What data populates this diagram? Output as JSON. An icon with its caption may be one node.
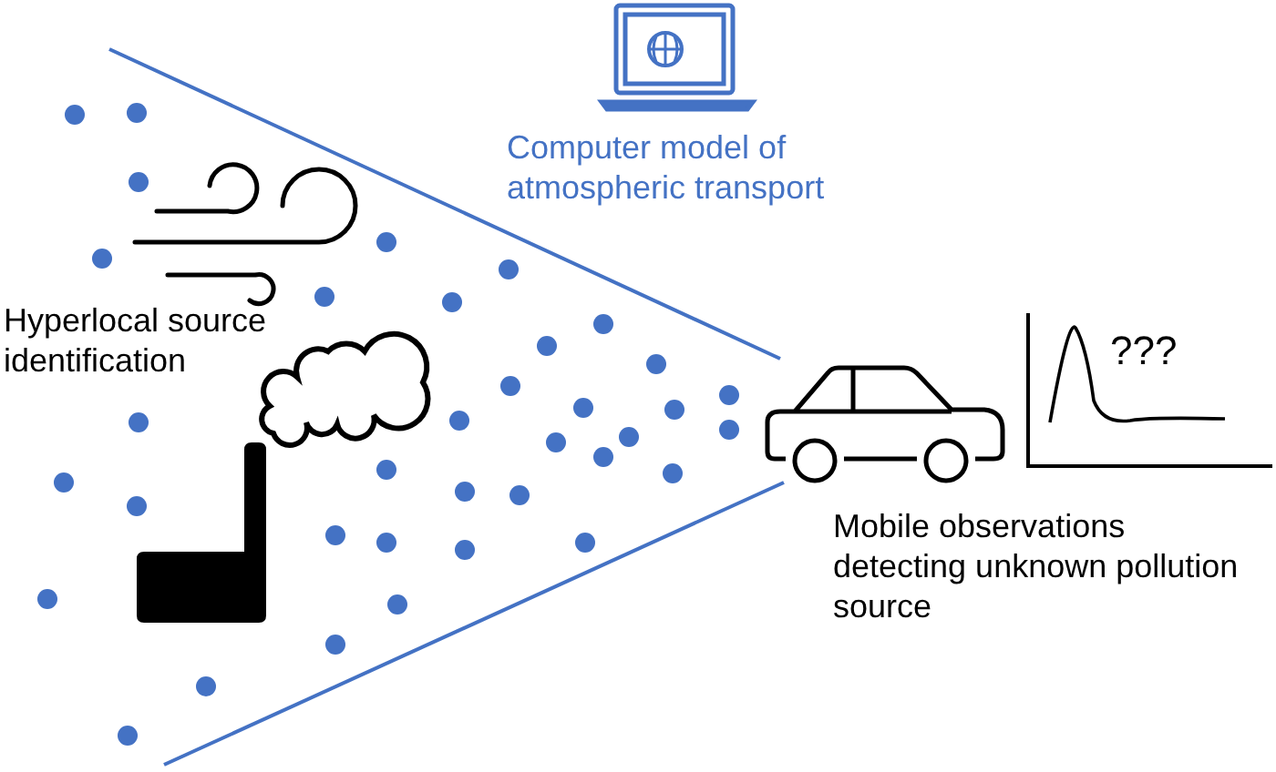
{
  "diagram": {
    "labels": [
      "Computer model of atmospheric transport",
      "Hyperlocal source identification",
      "???",
      "Mobile observations detecting unknown pollution source"
    ]
  }
}
